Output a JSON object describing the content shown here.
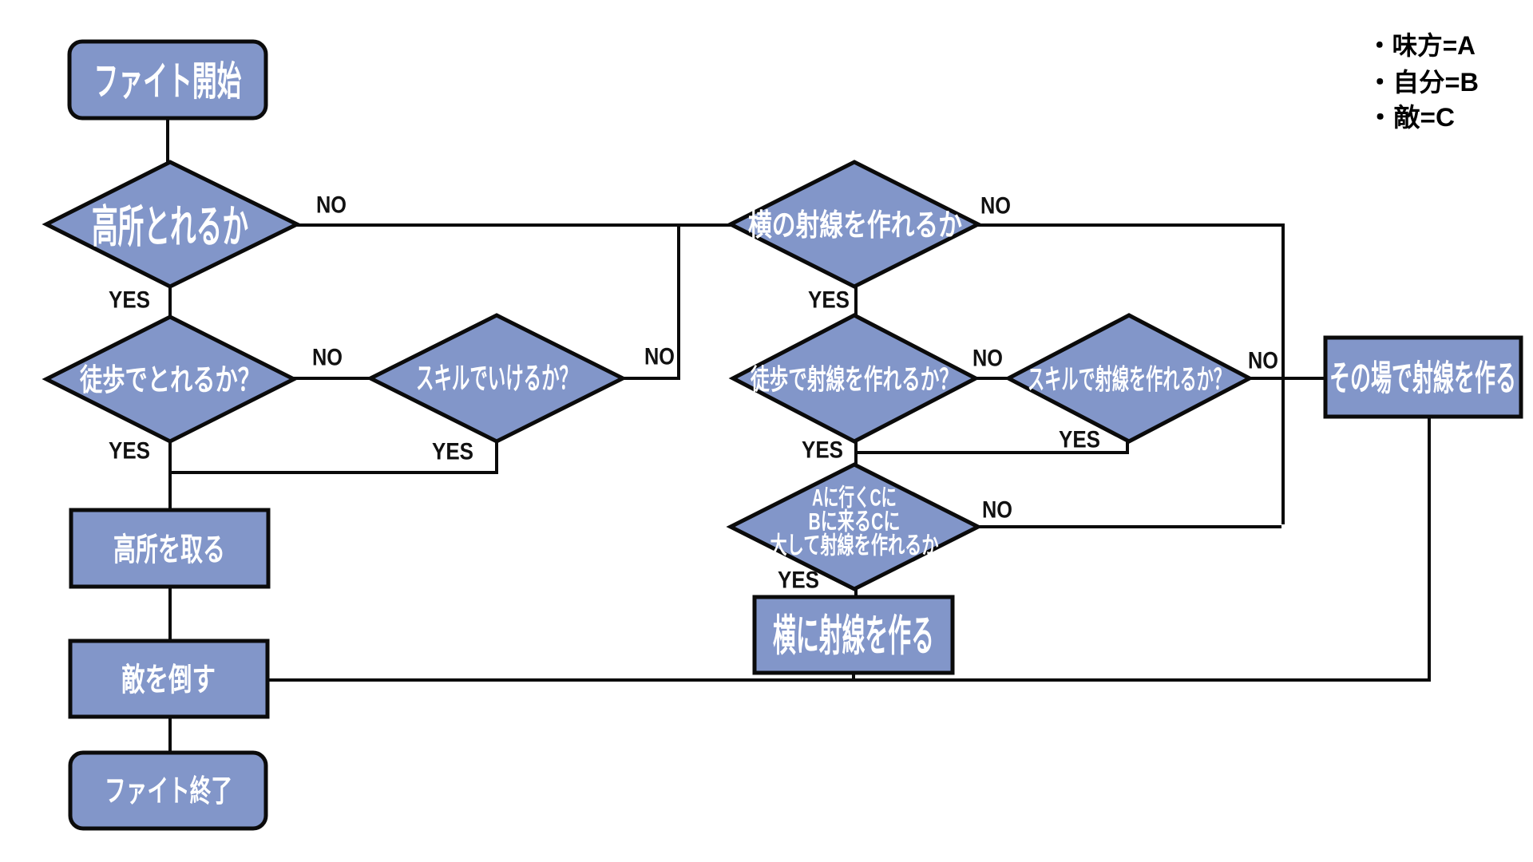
{
  "colors": {
    "background": "#ffffff",
    "node_fill": "#8296C9",
    "node_border": "#0b0b0b",
    "node_text": "#ffffff",
    "edge_label_text": "#111111"
  },
  "labels": {
    "yes": "YES",
    "no": "NO"
  },
  "legend": {
    "items": [
      "・味方=A",
      "・自分=B",
      "・敵=C"
    ]
  },
  "nodes": {
    "start": {
      "type": "terminator",
      "label": "ファイト開始"
    },
    "q_highground": {
      "type": "decision",
      "label": "高所とれるか"
    },
    "q_highground_onfoot": {
      "type": "decision",
      "label": "徒歩でとれるか？"
    },
    "q_highground_skill": {
      "type": "decision",
      "label": "スキルでいけるか？"
    },
    "take_highground": {
      "type": "process",
      "label": "高所を取る"
    },
    "defeat_enemy": {
      "type": "process",
      "label": "敵を倒す"
    },
    "end": {
      "type": "terminator",
      "label": "ファイト終了"
    },
    "q_side_lof": {
      "type": "decision",
      "label": "横の射線を作れるか"
    },
    "q_side_lof_onfoot": {
      "type": "decision",
      "label": "徒歩で射線を作れるか？"
    },
    "q_side_lof_skill": {
      "type": "decision",
      "label": "スキルで射線を作れるか？"
    },
    "make_lof_onspot": {
      "type": "process",
      "label": "その場で射線を作る"
    },
    "q_cross_lof": {
      "type": "decision",
      "lines": [
        "Aに行くCに",
        "Bに来るCに",
        "大して射線を作れるか"
      ]
    },
    "make_side_lof": {
      "type": "process",
      "label": "横に射線を作る"
    }
  }
}
